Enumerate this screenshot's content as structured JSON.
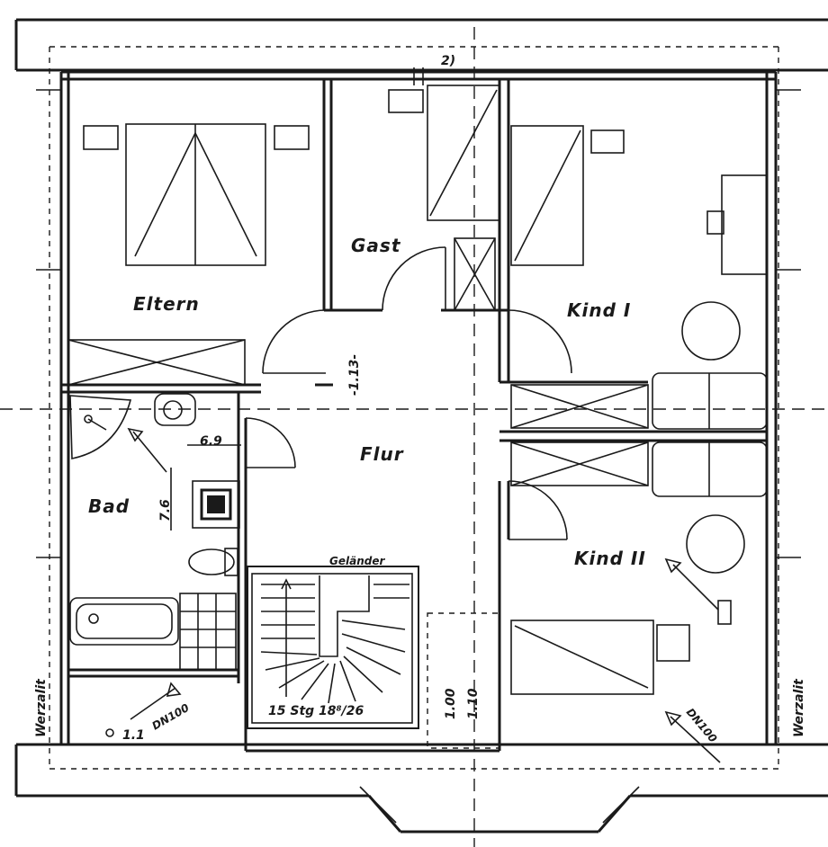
{
  "plan": {
    "rooms": {
      "eltern": "Eltern",
      "gast": "Gast",
      "kind1": "Kind I",
      "kind2": "Kind II",
      "flur": "Flur",
      "bad": "Bad"
    },
    "annotations": {
      "axis_mark": "2)",
      "gelaender": "Geländer",
      "stairs": "15 Stg 18⁸/26",
      "dim_113": "-1.13-",
      "dim_69": "6.9",
      "dim_76": "7.6",
      "dim_100": "1.00",
      "dim_110": "1.10",
      "dn100_left": "DN100",
      "dn100_right": "DN100",
      "pipe_num": "1.1",
      "werzalit_left": "Werzalit",
      "werzalit_right": "Werzalit"
    }
  }
}
